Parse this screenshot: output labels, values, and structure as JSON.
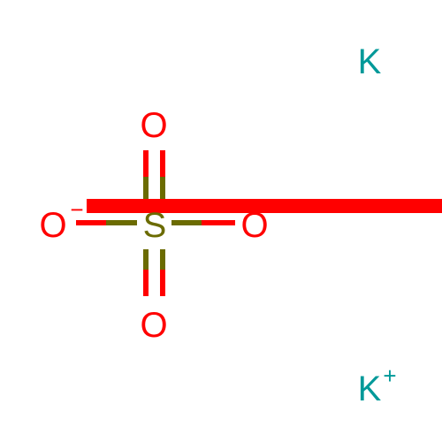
{
  "colors": {
    "oxygen": "#ff0000",
    "sulfur": "#6b6b00",
    "potassium": "#009999",
    "background": "#ffffff"
  },
  "atoms": {
    "o_top": "O",
    "o_bottom": "O",
    "o_left": "O",
    "o_left_charge": "−",
    "o_right": "O",
    "sulfur": "S",
    "k_top": "K",
    "k_bottom": "K",
    "k_bottom_charge": "+"
  }
}
